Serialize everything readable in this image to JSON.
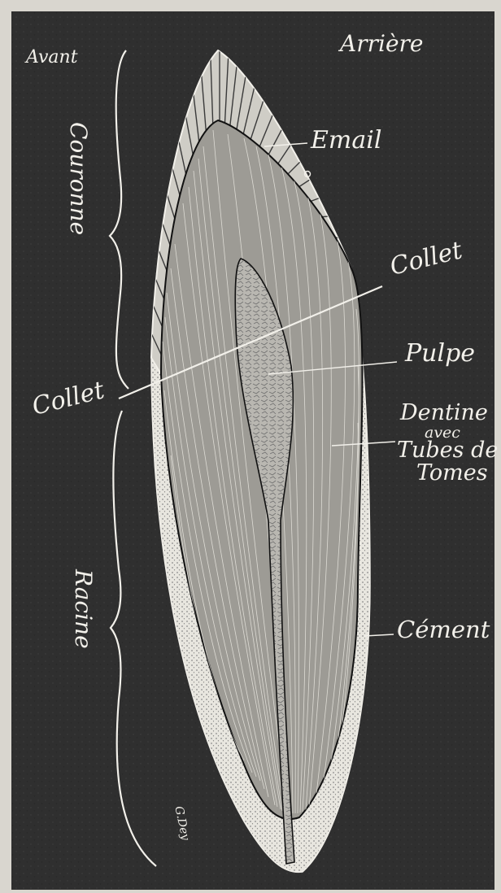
{
  "figure": {
    "labels": {
      "avant": "Avant",
      "arriere": "Arrière",
      "couronne": "Couronne",
      "racine": "Racine",
      "email": "Email",
      "collet_left": "Collet",
      "collet_right": "Collet",
      "pulpe": "Pulpe",
      "dentine_1": "Dentine",
      "dentine_2": "avec",
      "dentine_3": "Tubes de",
      "dentine_4": "Tomes",
      "cement": "Cément",
      "signature": "G.Dey"
    },
    "colors": {
      "background": "#2f2f2f",
      "paper": "#d9d6cf",
      "ink": "#f2f0ea"
    }
  }
}
